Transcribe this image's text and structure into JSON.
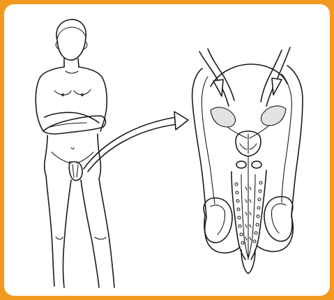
{
  "colors": {
    "border": "#f29a1f",
    "background": "#ffffff",
    "ink": "#1a1a1a",
    "shading": "#e2e2e2"
  },
  "figures": [
    {
      "name": "standing-man",
      "style": "line-art"
    },
    {
      "name": "reproductive-anatomy-cross-section",
      "style": "line-art"
    }
  ],
  "connector": {
    "name": "curved-arrow",
    "direction": "from-figure-to-detail"
  }
}
